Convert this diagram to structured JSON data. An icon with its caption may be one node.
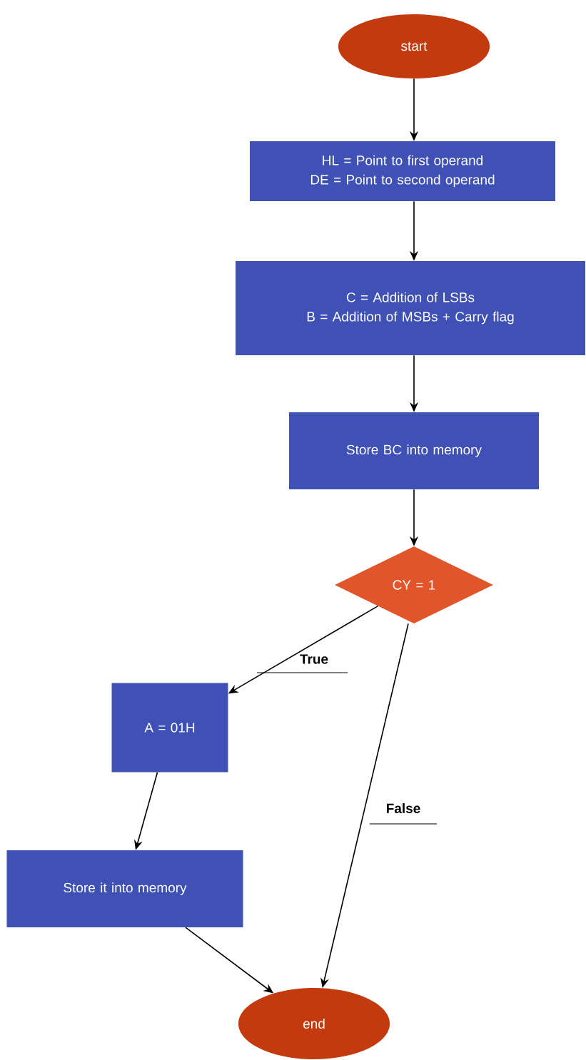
{
  "diagram": {
    "nodes": [
      {
        "text": [
          "start"
        ]
      },
      {
        "text": [
          "HL = Point to first operand",
          "DE = Point to second operand"
        ]
      },
      {
        "text": [
          "C = Addition of LSBs",
          "B = Addition of MSBs + Carry flag"
        ]
      },
      {
        "text": [
          "Store BC into memory"
        ]
      },
      {
        "text": [
          "CY = 1"
        ]
      },
      {
        "text": [
          "A = 01H"
        ]
      },
      {
        "text": [
          "Store it into memory"
        ]
      },
      {
        "text": [
          "end"
        ]
      }
    ],
    "edges": [
      {
        "from": 0,
        "to": 1,
        "arrow": "to"
      },
      {
        "from": 1,
        "to": 2,
        "arrow": "to"
      },
      {
        "from": 2,
        "to": 3,
        "arrow": "to"
      },
      {
        "from": 3,
        "to": 4,
        "arrow": "to"
      },
      {
        "from": 4,
        "to": 5,
        "arrow": "to",
        "label": "True"
      },
      {
        "from": 4,
        "to": 7,
        "arrow": "to",
        "label": "False"
      },
      {
        "from": 5,
        "to": 6,
        "arrow": "to"
      },
      {
        "from": 6,
        "to": 7,
        "arrow": "to"
      }
    ]
  }
}
